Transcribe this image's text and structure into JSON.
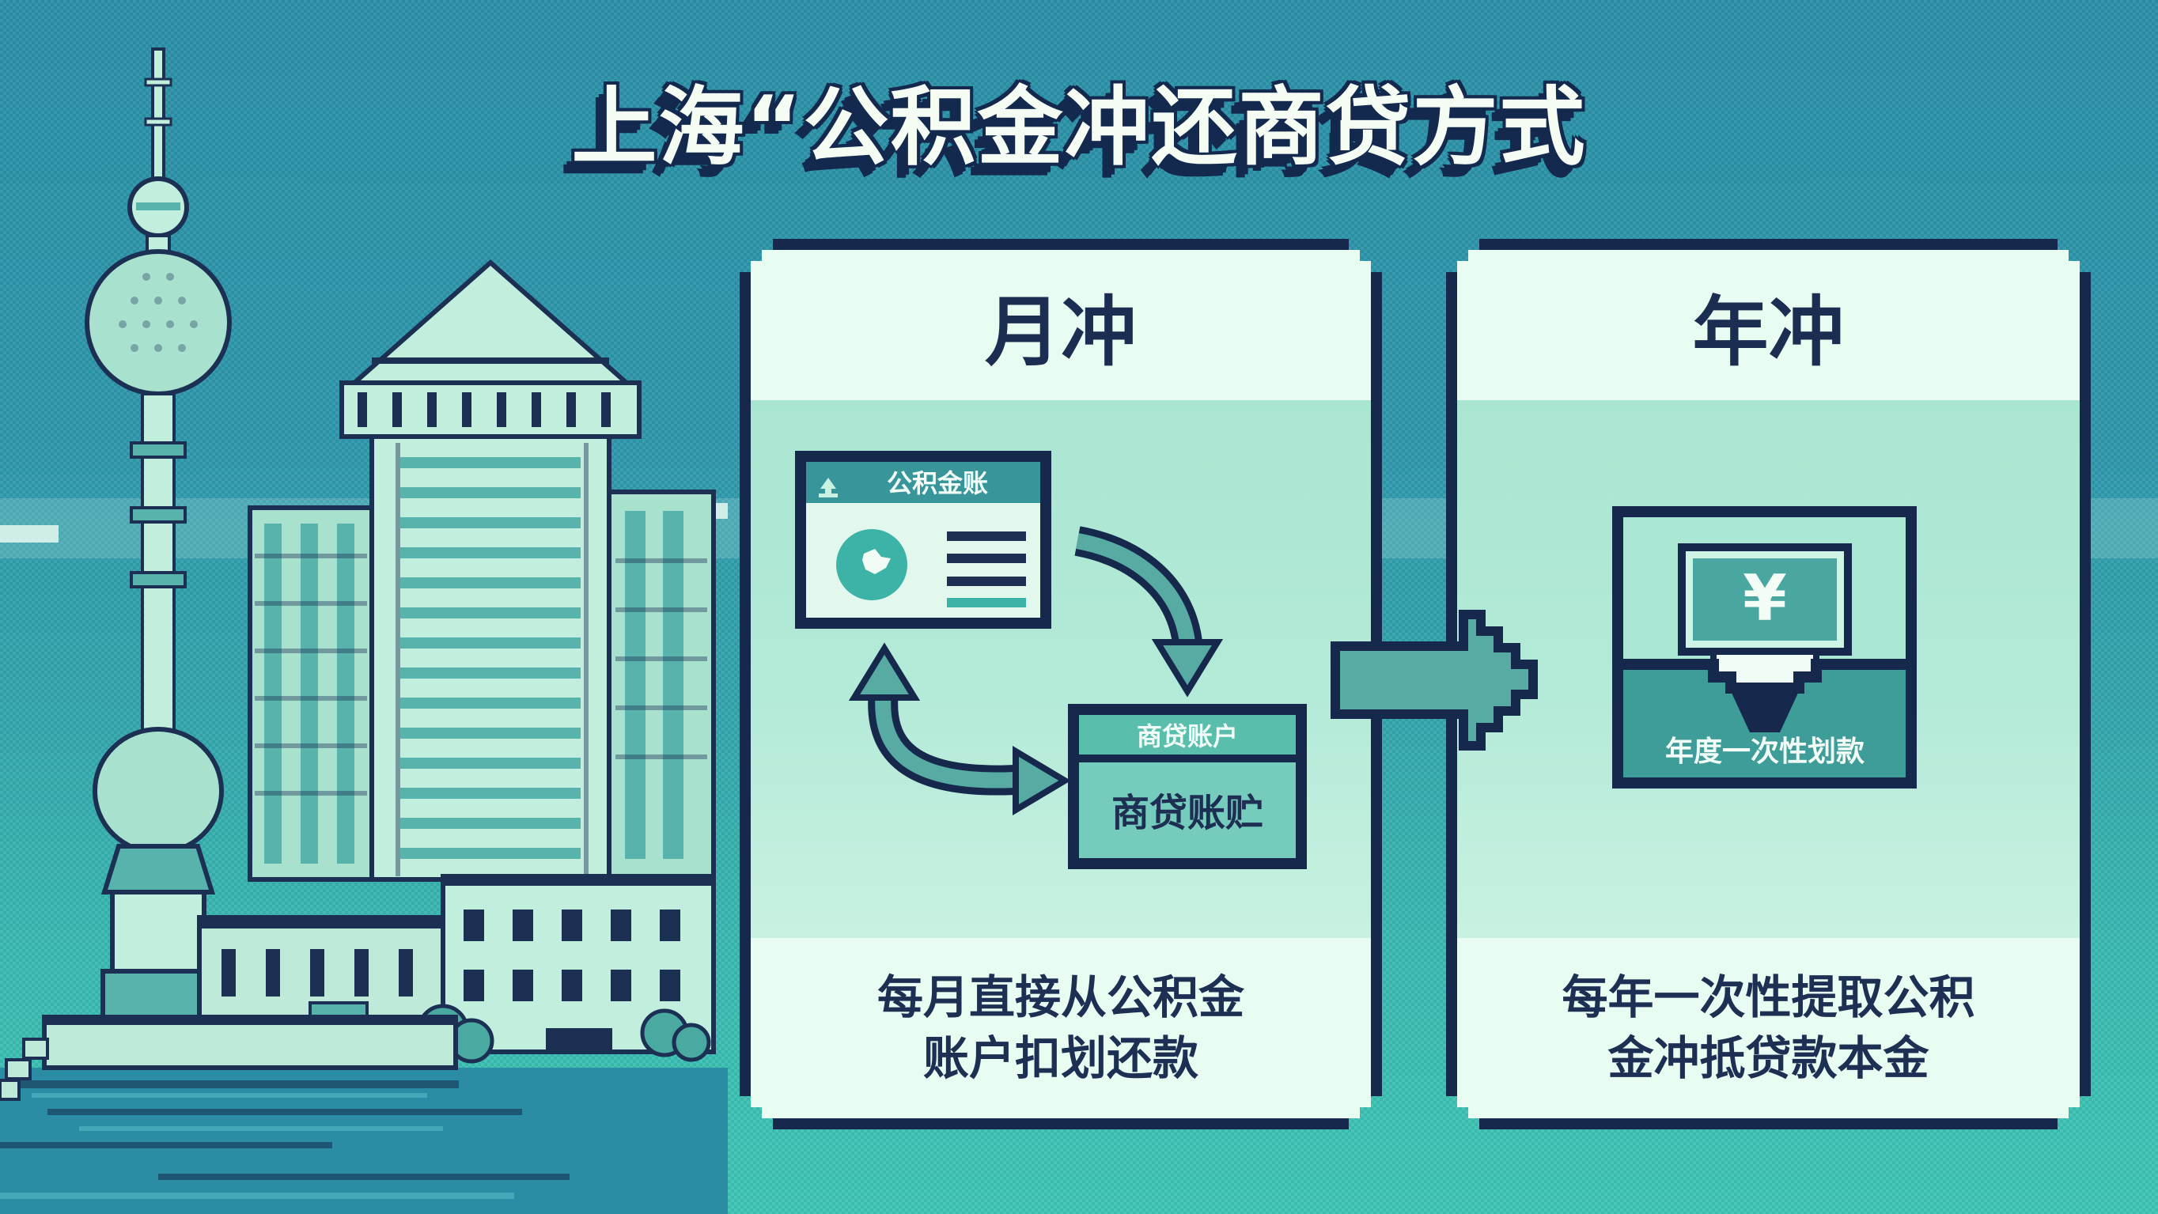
{
  "title": {
    "text": "上海“公积金冲还商贷方式"
  },
  "panels": {
    "monthly": {
      "header": "月冲",
      "card": {
        "icon": "sprout-icon",
        "title": "公积金账"
      },
      "loan_box": {
        "header": "商贷账户",
        "body": "商贷账贮"
      },
      "description_line1": "每月直接从公积金",
      "description_line2": "账户扣划还款"
    },
    "annual": {
      "header": "年冲",
      "envelope": {
        "icon": "envelope-icon",
        "currency": "¥",
        "label": "年度一次性划款"
      },
      "description_line1": "每年一次性提取公积",
      "description_line2": "金冲抵贷款本金"
    }
  },
  "icons": {
    "scene": "shanghai-pixel-skyline",
    "monthly_flow": [
      "down-curve-arrow-icon",
      "cycle-arrow-icon"
    ],
    "between_panels": "flow-arrow-icon"
  },
  "colors": {
    "background_top": "#2b90a7",
    "background_bottom": "#3fc6b4",
    "navy_outline": "#16294d",
    "panel_pale_mint": "#e9fcf2",
    "panel_mint": "#abe7d3",
    "teal_accent": "#57aba3",
    "card_header_teal": "#38969a",
    "loan_header_teal": "#5abead",
    "loan_body_teal": "#76ccbc",
    "envelope_teal": "#3f9d99",
    "text_white": "#f2fcf6",
    "text_navy": "#1d3054"
  }
}
